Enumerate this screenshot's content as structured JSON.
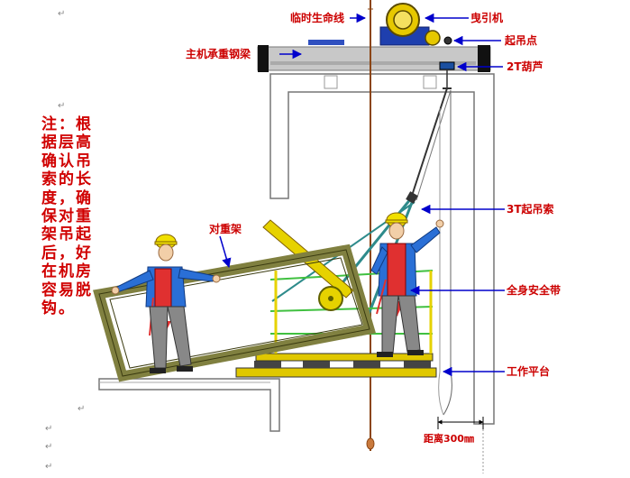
{
  "labels": {
    "temporary_lifeline": "临时生命线",
    "traction_machine": "曳引机",
    "lifting_point": "起吊点",
    "main_beam": "主机承重钢梁",
    "hoist_2t": "2T葫芦",
    "counterweight_frame": "对重架",
    "lifting_rope_3t": "3T起吊索",
    "full_body_harness": "全身安全带",
    "work_platform": "工作平台",
    "distance": "距离300㎜"
  },
  "note": {
    "text": "注：根据层高确认吊索的长度，确保对重架吊起后，好在机房容易脱钩。"
  },
  "return_mark": "↵",
  "colors": {
    "label_red": "#cc0000",
    "beam_gray": "#c8c8c8",
    "frame_olive": "#808040",
    "frame_yellow": "#e6d200",
    "rope_teal": "#2e8b8b",
    "arrow_blue": "#0000cc",
    "worker_blue": "#2a6fd6",
    "harness_red": "#e03030",
    "helmet_yellow": "#f0e000",
    "platform_yellow": "#e0c800",
    "rail_green": "#40c040",
    "lifeline_brown": "#8b4513"
  }
}
